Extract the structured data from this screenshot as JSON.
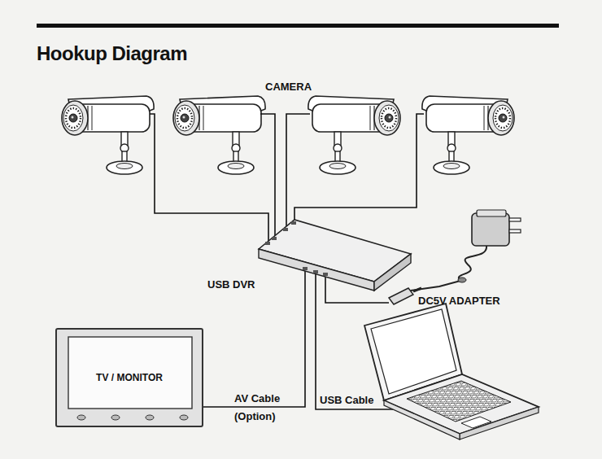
{
  "diagram": {
    "title": "Hookup Diagram",
    "nodes": [
      {
        "text": [
          "TV / MONITOR"
        ]
      }
    ],
    "labels": [
      "CAMERA",
      "USB DVR",
      "DC5V ADAPTER",
      "AV Cable",
      "(Option)",
      "USB Cable"
    ]
  }
}
